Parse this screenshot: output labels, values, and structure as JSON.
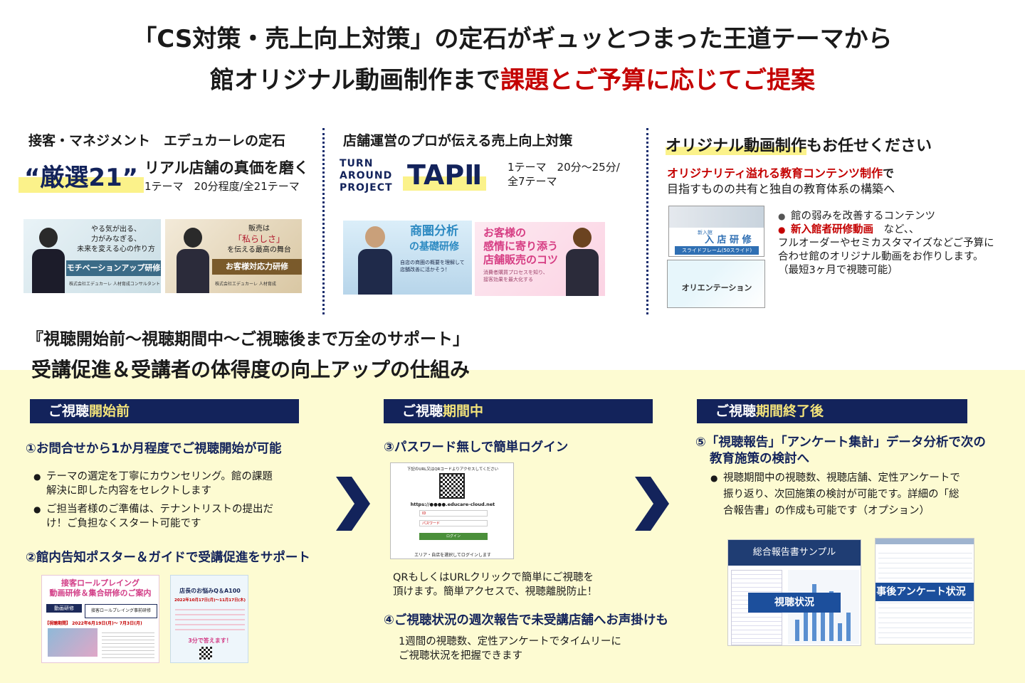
{
  "header": {
    "line1": "「CS対策・売上向上対策」の定石がギュッとつまった王道テーマから",
    "line2_black": "館オリジナル動画制作まで",
    "line2_red": "課題とご予算に応じてご提案"
  },
  "col1": {
    "heading": "接客・マネジメント　エデュカーレの定石",
    "brand": "“厳選21”",
    "tagline": "リアル店舗の真価を磨く",
    "detail": "1テーマ　20分程度/全21テーマ",
    "thumb1_lines": [
      "やる気が出る、",
      "力がみなぎる、",
      "未来を変える心の作り方"
    ],
    "thumb1_band": "モチベーションアップ研修",
    "thumb1_foot": "株式会社エデュカーレ 人材育成コンサルタント",
    "thumb2_lines": [
      "販売は",
      "「私らしさ」",
      "を伝える最高の舞台"
    ],
    "thumb2_band": "お客様対応力研修",
    "thumb2_foot": "株式会社エデュカーレ 人材育成"
  },
  "col2": {
    "heading": "店舗運営のプロが伝える売上向上対策",
    "project": [
      "TURN",
      "AROUND",
      "PROJECT"
    ],
    "brand": "TAPⅡ",
    "detail1": "1テーマ　20分～25分/",
    "detail2": "全7テーマ",
    "thumb1_title": [
      "商圏分析",
      "の基礎研修"
    ],
    "thumb1_sub": [
      "自店の商圏の概要を理解して",
      "店舗改善に活かそう！"
    ],
    "thumb2_title": [
      "お客様の",
      "感情に寄り添う",
      "店舗販売のコツ"
    ],
    "thumb2_sub": [
      "消費者購買プロセスを知り、",
      "接客効果を最大化する"
    ]
  },
  "col3": {
    "heading_hl": "オリジナル動画制作",
    "heading_rest": "もお任せください",
    "line1_red": "オリジナリティ溢れる教育コンテンツ制作",
    "line1_rest": "で",
    "line2": "目指すものの共有と独自の教育体系の構築へ",
    "thumb1_tag": "新入館",
    "thumb1_title": "入 店 研 修",
    "thumb1_band": "スライドフレーム(50スライド)",
    "thumb2_title": "オリエンテーション",
    "bullet1": "館の弱みを改善するコンテンツ",
    "bullet2_red": "新入館者研修動画",
    "bullet2_rest": "　など、、",
    "para1": "フルオーダーやセミカスタマイズなどご予算に",
    "para2": "合わせ館のオリジナル動画をお作りします。",
    "para3": "（最短3ヶ月で視聴可能）"
  },
  "support": {
    "title1": "『視聴開始前～視聴期間中～ご視聴後まで万全のサポート」",
    "title2": "受講促進＆受講者の体得度の向上アップの仕組み"
  },
  "phase1": {
    "bar_w": "ご視聴",
    "bar_y": "開始前",
    "step1": "①お問合せから1か月程度でご視聴開始が可能",
    "b1a": "テーマの選定を丁寧にカウンセリング。館の課題",
    "b1b": "解決に即した内容をセレクトします",
    "b2a": "ご担当者様のご準備は、テナントリストの提出だ",
    "b2b": "け！ご負担なくスタート可能です",
    "step2": "②館内告知ポスター＆ガイドで受講促進をサポート",
    "poster1_title": [
      "接客ロールプレイング",
      "動画研修＆集合研修のご案内"
    ],
    "poster1_tag": "動画研修",
    "poster1_box": "接客ロールプレイング事前研修",
    "poster1_period": "【視聴期間】 2022年6月19日(月)～ 7月3日(月)",
    "poster2_title": "店長のお悩みQ＆A100",
    "poster2_period": "2022年10月17日(月)～11月17日(木)",
    "poster2_note": "3分で答えます！"
  },
  "phase2": {
    "bar_w": "ご視聴",
    "bar_y": "期間中",
    "step3": "③パスワード無しで簡単ログイン",
    "login_head": "下記のURL又はQRコードよりアクセスしてください",
    "login_url": "https://●●●●.educare-cloud.net",
    "login_f1": "ID",
    "login_f2": "パスワード",
    "login_btn": "ログイン",
    "login_foot": "エリア・自店を選択してログインします",
    "desc1": "QRもしくはURLクリックで簡単にご視聴を",
    "desc2": "頂けます。簡単アクセスで、視聴離脱防止！",
    "step4": "④ご視聴状況の週次報告で未受講店舗へお声掛けも",
    "desc3": "1週間の視聴数、定性アンケートでタイムリーに",
    "desc4": "ご視聴状況を把握できます"
  },
  "phase3": {
    "bar_w": "ご視聴",
    "bar_y": "期間終了後",
    "step5a": "⑤「視聴報告」「アンケート集計」データ分析で次の",
    "step5b": "教育施策の検討へ",
    "b1": "視聴期間中の視聴数、視聴店舗、定性アンケートで",
    "b2": "振り返り、次回施策の検討が可能です。詳細の「総",
    "b3": "合報告書」の作成も可能です（オプション）",
    "report_head": "総合報告書サンプル",
    "report_tag": "視聴状況",
    "survey_tag": "事後アンケート状況"
  }
}
